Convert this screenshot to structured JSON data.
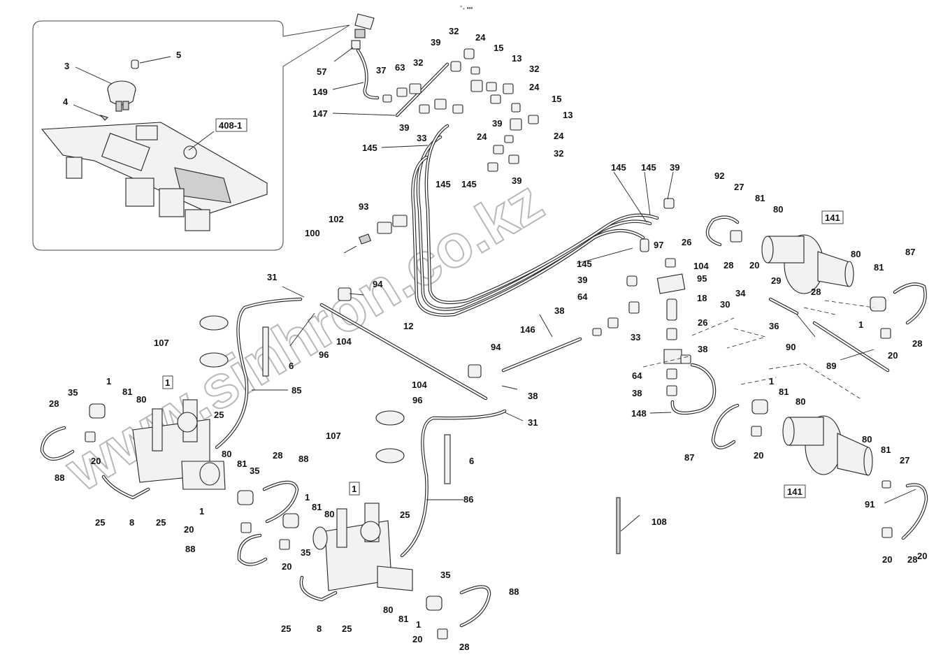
{
  "header": {
    "marker": "°₊ ▪▪▪"
  },
  "watermark": {
    "text": "www.sinhron.co.kz"
  },
  "boxed_refs": {
    "r408_1": "408-1",
    "r141_top": "141",
    "r141_bottom": "141",
    "r1_left": "1",
    "r1_center": "1"
  },
  "labels": {
    "l3": "3",
    "l5": "5",
    "l4": "4",
    "l57": "57",
    "l149": "149",
    "l147": "147",
    "l145a": "145",
    "l39a": "39",
    "l32a": "32",
    "l24a": "24",
    "l15a": "15",
    "l13a": "13",
    "l37": "37",
    "l63": "63",
    "l32b": "32",
    "l32c": "32",
    "l39b": "39",
    "l33a": "33",
    "l24b": "24",
    "l39c": "39",
    "l24c": "24",
    "l15b": "15",
    "l13b": "13",
    "l24d": "24",
    "l32d": "32",
    "l145b": "145",
    "l145c": "145",
    "l39d": "39",
    "l145d": "145",
    "l145e": "145",
    "l39e": "39",
    "l92": "92",
    "l27a": "27",
    "l81a": "81",
    "l80a": "80",
    "l93": "93",
    "l102": "102",
    "l100": "100",
    "l26a": "26",
    "l97": "97",
    "l104a": "104",
    "l95": "95",
    "l28a": "28",
    "l20a": "20",
    "l80b": "80",
    "l81b": "81",
    "l87a": "87",
    "l145f": "145",
    "l39f": "39",
    "l64a": "64",
    "l31a": "31",
    "l94a": "94",
    "l12": "12",
    "l146": "146",
    "l38a": "38",
    "l18": "18",
    "l34": "34",
    "l29": "29",
    "l28b": "28",
    "l30": "30",
    "l36": "36",
    "l1a": "1",
    "l28c": "28",
    "l107a": "107",
    "l96a": "96",
    "l104b": "104",
    "l94b": "94",
    "l104c": "104",
    "l96b": "96",
    "l6a": "6",
    "l85": "85",
    "l26b": "26",
    "l33b": "33",
    "l38b": "38",
    "l90": "90",
    "l89": "89",
    "l20b": "20",
    "l64b": "64",
    "l38c": "38",
    "l148": "148",
    "l38d": "38",
    "l31b": "31",
    "l1b": "1",
    "l81c": "81",
    "l80c": "80",
    "l35a": "35",
    "l81d": "81",
    "l80d": "80",
    "l28d": "28",
    "l1c": "1",
    "l25a": "25",
    "l88a": "88",
    "l20c": "20",
    "l107b": "107",
    "l87b": "87",
    "l20d": "20",
    "l6b": "6",
    "l80e": "80",
    "l81e": "81",
    "l27b": "27",
    "l80f": "80",
    "l81f": "81",
    "l35b": "35",
    "l28e": "28",
    "l88b": "88",
    "l20e": "20",
    "l25b": "25",
    "l8a": "8",
    "l25c": "25",
    "l91": "91",
    "l108": "108",
    "l1d": "1",
    "l20f": "20",
    "l1e": "1",
    "l81g": "81",
    "l80g": "80",
    "l86": "86",
    "l25d": "25",
    "l88c": "88",
    "l20g": "20",
    "l35c": "35",
    "l20h": "20",
    "l28f": "28",
    "l25e": "25",
    "l8b": "8",
    "l25f": "25",
    "l35d": "35",
    "l88d": "88",
    "l80h": "80",
    "l81h": "81",
    "l1f": "1",
    "l20i": "20",
    "l28g": "28"
  }
}
